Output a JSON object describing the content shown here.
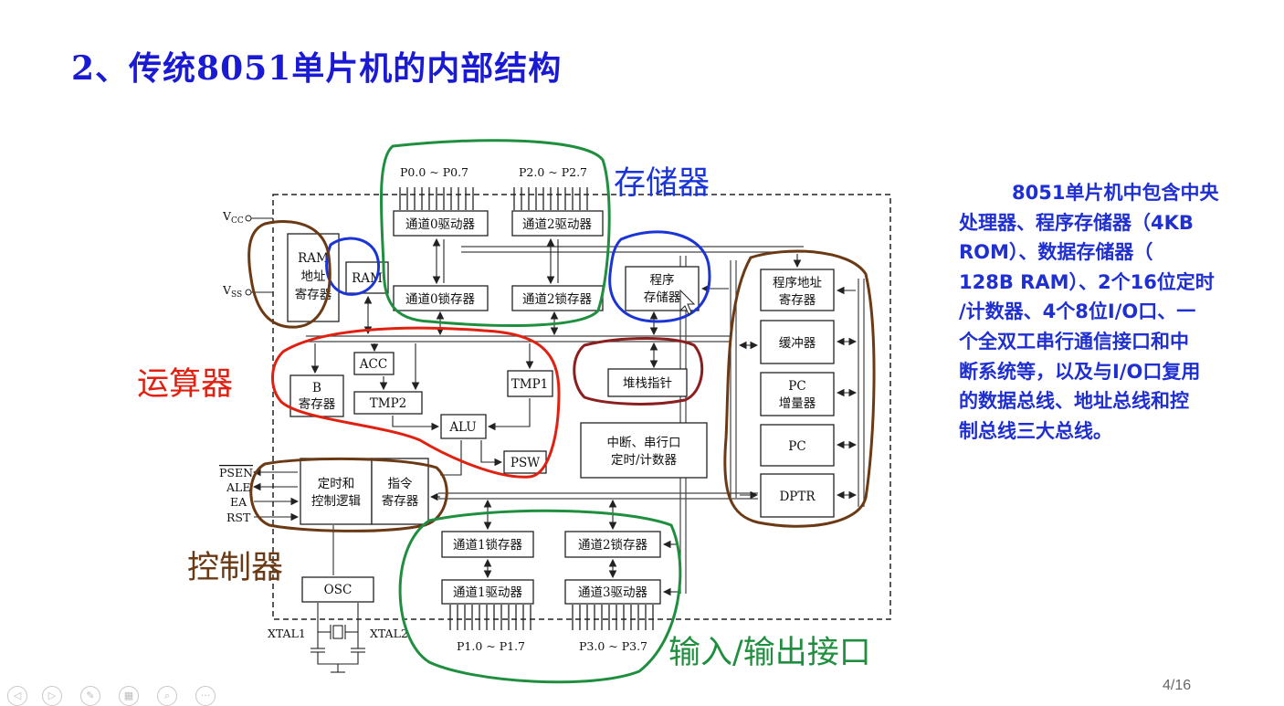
{
  "slide": {
    "title": "2、传统8051单片机的内部结构",
    "page_indicator": "4/16"
  },
  "description": {
    "lines": [
      "8051单片机中包含中央",
      "处理器、程序存储器（4KB",
      "ROM）、数据存储器（",
      "128B RAM）、2个16位定时",
      "/计数器、4个8位I/O口、一",
      "个全双工串行通信接口和中",
      "断系统等，以及与I/O口复用",
      "的数据总线、地址总线和控",
      "制总线三大总线。"
    ]
  },
  "annotations": {
    "memory": "存储器",
    "alu": "运算器",
    "controller": "控制器",
    "io": "输入/输出接口",
    "colors": {
      "memory": "#1a34d6",
      "alu": "#e02010",
      "controller": "#6b3a15",
      "io": "#1f8f3f",
      "pc_group": "#6b3a15"
    }
  },
  "diagram": {
    "pins": {
      "vcc": "V",
      "vcc_sub": "CC",
      "vss": "V",
      "vss_sub": "SS",
      "psen": "PSEN",
      "ale": "ALE",
      "ea": "EA",
      "rst": "RST",
      "xtal1": "XTAL1",
      "xtal2": "XTAL2"
    },
    "ports": {
      "p0": "P0.0 ~ P0.7",
      "p2": "P2.0 ~ P2.7",
      "p1": "P1.0 ~ P1.7",
      "p3": "P3.0 ~ P3.7"
    },
    "blocks": {
      "ram_addr": [
        "RAM",
        "地址",
        "寄存器"
      ],
      "ram": "RAM",
      "p0_driver": "通道0驱动器",
      "p2_driver": "通道2驱动器",
      "p0_latch": "通道0锁存器",
      "p2_latch": "通道2锁存器",
      "rom": [
        "程序",
        "存储器"
      ],
      "acc": "ACC",
      "b_reg": [
        "B",
        "寄存器"
      ],
      "tmp2": "TMP2",
      "tmp1": "TMP1",
      "alu": "ALU",
      "psw": "PSW",
      "stack_pointer": "堆栈指针",
      "interrupt": [
        "中断、串行口",
        "定时/计数器"
      ],
      "pc_addr": [
        "程序地址",
        "寄存器"
      ],
      "buffer": "缓冲器",
      "pc_inc": [
        "PC",
        "增量器"
      ],
      "pc": "PC",
      "dptr": "DPTR",
      "timing": [
        "定时和",
        "控制逻辑"
      ],
      "ir": [
        "指令",
        "寄存器"
      ],
      "p1_latch": "通道1锁存器",
      "p3_latch": "通道2锁存器",
      "p1_driver": "通道1驱动器",
      "p3_driver": "通道3驱动器",
      "osc": "OSC"
    }
  },
  "toolbar": {
    "buttons": [
      "prev",
      "next",
      "pen",
      "pages",
      "zoom",
      "more"
    ]
  }
}
